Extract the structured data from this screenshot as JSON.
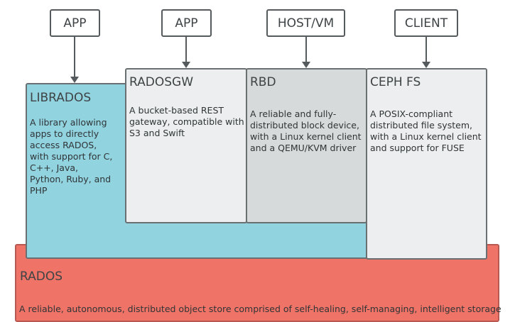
{
  "clients": [
    "APP",
    "APP",
    "HOST/VM",
    "CLIENT"
  ],
  "librados": {
    "title": "LIBRADOS",
    "desc": "A library allowing apps to directly access RADOS, with support for C, C++, Java, Python, Ruby, and PHP"
  },
  "radosgw": {
    "title": "RADOSGW",
    "desc": "A bucket-based REST gateway, compatible with S3 and Swift"
  },
  "rbd": {
    "title": "RBD",
    "desc": "A reliable and fully-distributed block device, with a Linux kernel client and a QEMU/KVM driver"
  },
  "cephfs": {
    "title": "CEPH FS",
    "desc": "A POSIX-compliant distributed file system, with a Linux kernel client and support for FUSE"
  },
  "rados": {
    "title": "RADOS",
    "desc": "A reliable, autonomous, distributed object store comprised of self-healing, self-managing, intelligent storage"
  },
  "colors": {
    "librados": "#92d3e0",
    "gateway": "#eceeef",
    "rbd": "#d7dadb",
    "rados": "#f07367",
    "border": "#555a5c"
  }
}
